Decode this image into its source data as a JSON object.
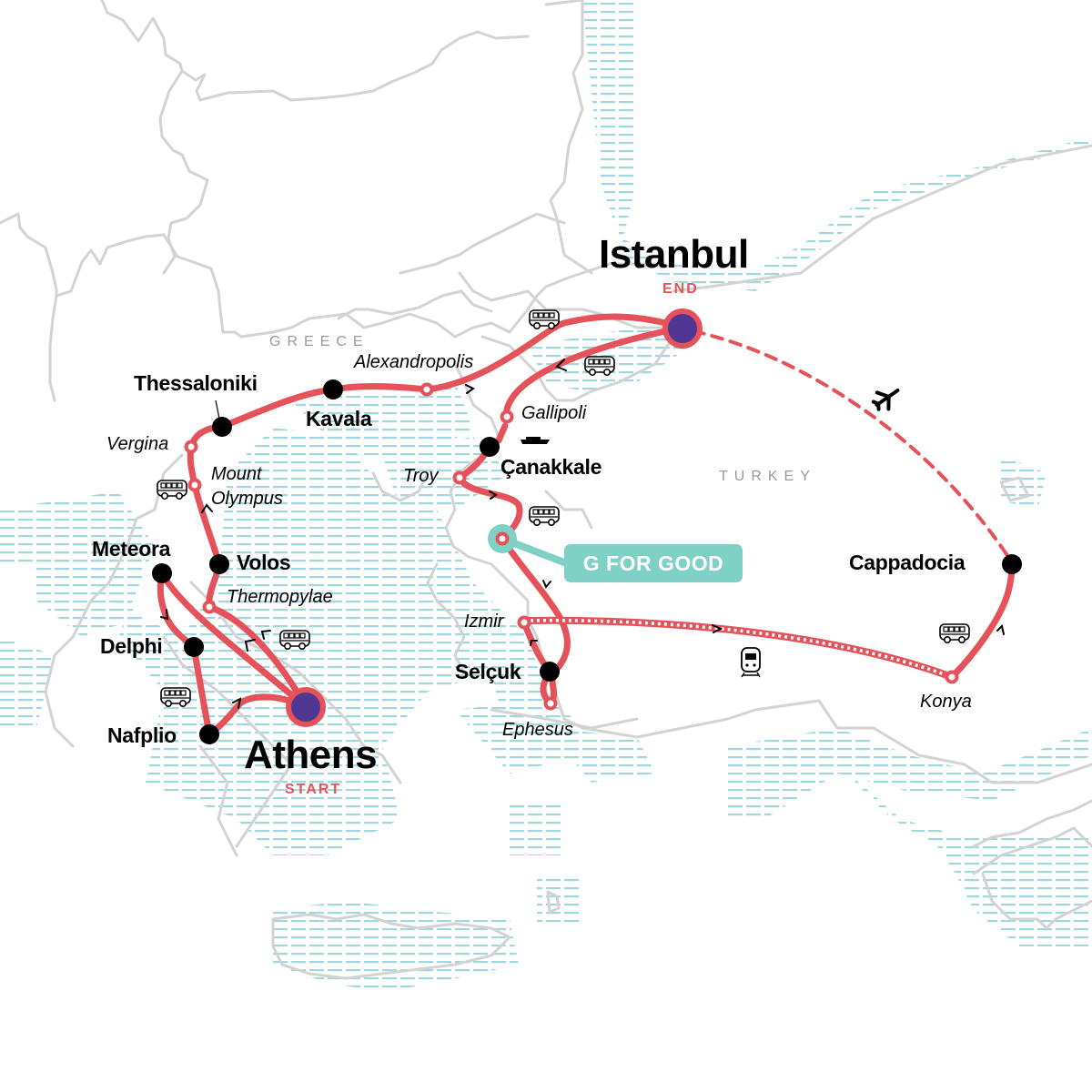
{
  "colors": {
    "route": "#e5525a",
    "start_end_fill": "#4f3693",
    "g_for_good": "#7fd0c5",
    "sea_hatch": "#9fd8df",
    "border": "#d3d3d3",
    "stop": "#000000",
    "country_label": "#9a9a9a"
  },
  "countries": [
    {
      "name": "GREECE"
    },
    {
      "name": "TURKEY"
    }
  ],
  "endpoints": {
    "start": {
      "city": "Athens",
      "tag": "START"
    },
    "end": {
      "city": "Istanbul",
      "tag": "END"
    }
  },
  "stops_major": [
    {
      "name": "Thessaloniki"
    },
    {
      "name": "Kavala"
    },
    {
      "name": "Meteora"
    },
    {
      "name": "Volos"
    },
    {
      "name": "Delphi"
    },
    {
      "name": "Nafplio"
    },
    {
      "name": "Çanakkale"
    },
    {
      "name": "Selçuk"
    },
    {
      "name": "Cappadocia"
    }
  ],
  "stops_minor": [
    {
      "name": "Vergina"
    },
    {
      "name": "Mount"
    },
    {
      "name": "Olympus"
    },
    {
      "name": "Thermopylae"
    },
    {
      "name": "Alexandropolis"
    },
    {
      "name": "Gallipoli"
    },
    {
      "name": "Troy"
    },
    {
      "name": "Izmir"
    },
    {
      "name": "Ephesus"
    },
    {
      "name": "Konya"
    }
  ],
  "badge": {
    "label": "G FOR GOOD"
  },
  "transport_icons": [
    "bus-icon",
    "bus-icon",
    "bus-icon",
    "bus-icon",
    "bus-icon",
    "bus-icon",
    "bus-icon",
    "ferry-icon",
    "train-icon",
    "plane-icon"
  ],
  "legend_segments": [
    {
      "from": "Athens",
      "to": "Nafplio",
      "mode": "bus"
    },
    {
      "from": "Nafplio",
      "to": "Delphi",
      "mode": "bus"
    },
    {
      "from": "Delphi",
      "to": "Meteora",
      "mode": "bus"
    },
    {
      "from": "Meteora",
      "to": "Athens",
      "mode": "bus"
    },
    {
      "from": "Athens",
      "to": "Thermopylae",
      "mode": "bus"
    },
    {
      "from": "Thermopylae",
      "to": "Volos",
      "mode": "bus"
    },
    {
      "from": "Volos",
      "to": "Mount Olympus",
      "mode": "bus"
    },
    {
      "from": "Mount Olympus",
      "to": "Vergina",
      "mode": "bus"
    },
    {
      "from": "Vergina",
      "to": "Thessaloniki",
      "mode": "bus"
    },
    {
      "from": "Thessaloniki",
      "to": "Kavala",
      "mode": "bus"
    },
    {
      "from": "Kavala",
      "to": "Alexandropolis",
      "mode": "bus"
    },
    {
      "from": "Alexandropolis",
      "to": "Istanbul",
      "mode": "bus"
    },
    {
      "from": "Istanbul",
      "to": "Gallipoli",
      "mode": "bus"
    },
    {
      "from": "Gallipoli",
      "to": "Çanakkale",
      "mode": "ferry"
    },
    {
      "from": "Çanakkale",
      "to": "Troy",
      "mode": "bus"
    },
    {
      "from": "Troy",
      "to": "G for Good",
      "mode": "bus"
    },
    {
      "from": "G for Good",
      "to": "Selçuk",
      "mode": "bus"
    },
    {
      "from": "Selçuk",
      "to": "Ephesus",
      "mode": "bus"
    },
    {
      "from": "Selçuk",
      "to": "Izmir",
      "mode": "bus"
    },
    {
      "from": "Izmir",
      "to": "Konya",
      "mode": "train"
    },
    {
      "from": "Konya",
      "to": "Cappadocia",
      "mode": "bus"
    },
    {
      "from": "Cappadocia",
      "to": "Istanbul",
      "mode": "plane"
    }
  ]
}
